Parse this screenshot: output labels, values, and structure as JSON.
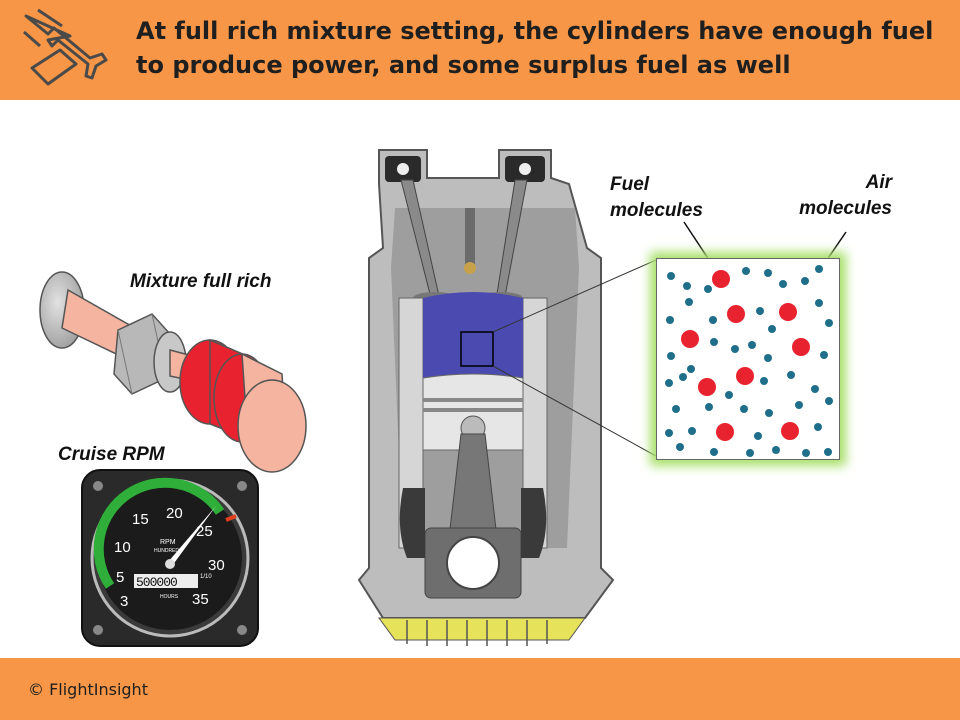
{
  "header": {
    "title": "At full rich mixture setting, the cylinders have enough fuel to produce power, and some surplus fuel as well"
  },
  "labels": {
    "mixture": "Mixture full rich",
    "cruise": "Cruise RPM",
    "fuel": "Fuel molecules",
    "air": "Air molecules"
  },
  "tachometer": {
    "scale": [
      "3",
      "5",
      "10",
      "15",
      "20",
      "25",
      "30",
      "35"
    ],
    "rpm_label": "RPM",
    "hundreds_label": "HUNDREDS",
    "counter": "500000",
    "hours_label": "HOURS",
    "tenths_label": "1/10"
  },
  "footer": {
    "copyright": "© FlightInsight"
  },
  "colors": {
    "header": "#f79646",
    "fuel_molecule": "#e8232f",
    "air_molecule": "#1f6f8b",
    "mixture_knob": "#e8232f",
    "combustion_chamber": "#4a4ab0"
  },
  "icons": [
    "airplane-icon"
  ]
}
